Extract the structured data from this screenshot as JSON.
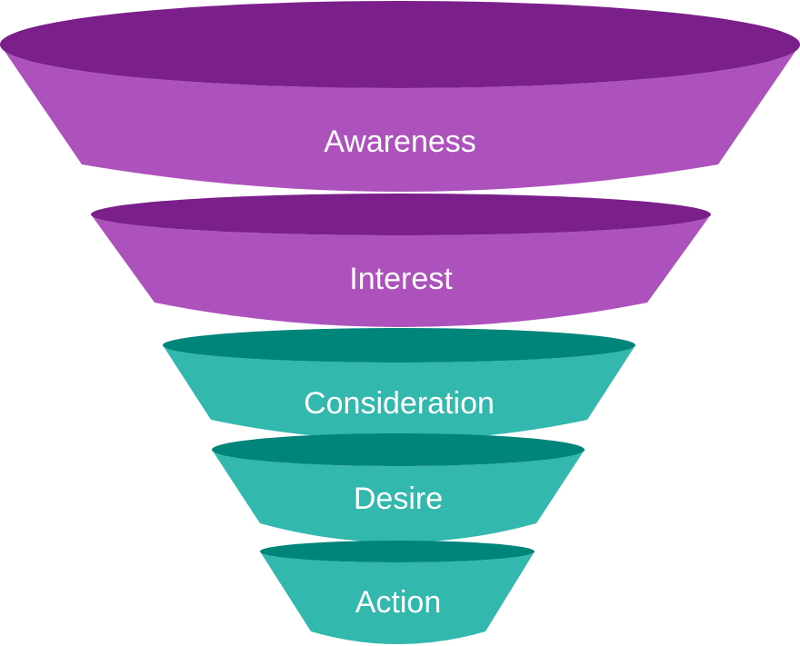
{
  "title": "Marketing Funnel",
  "colors": {
    "purple_top": "#7B1F8A",
    "purple_side": "#AD52BC",
    "teal_top": "#00857A",
    "teal_side": "#33B8AE",
    "label": "#FFFFFF"
  },
  "stages": [
    {
      "label": "Awareness",
      "group": "purple"
    },
    {
      "label": "Interest",
      "group": "purple"
    },
    {
      "label": "Consideration",
      "group": "teal"
    },
    {
      "label": "Desire",
      "group": "teal"
    },
    {
      "label": "Action",
      "group": "teal"
    }
  ]
}
